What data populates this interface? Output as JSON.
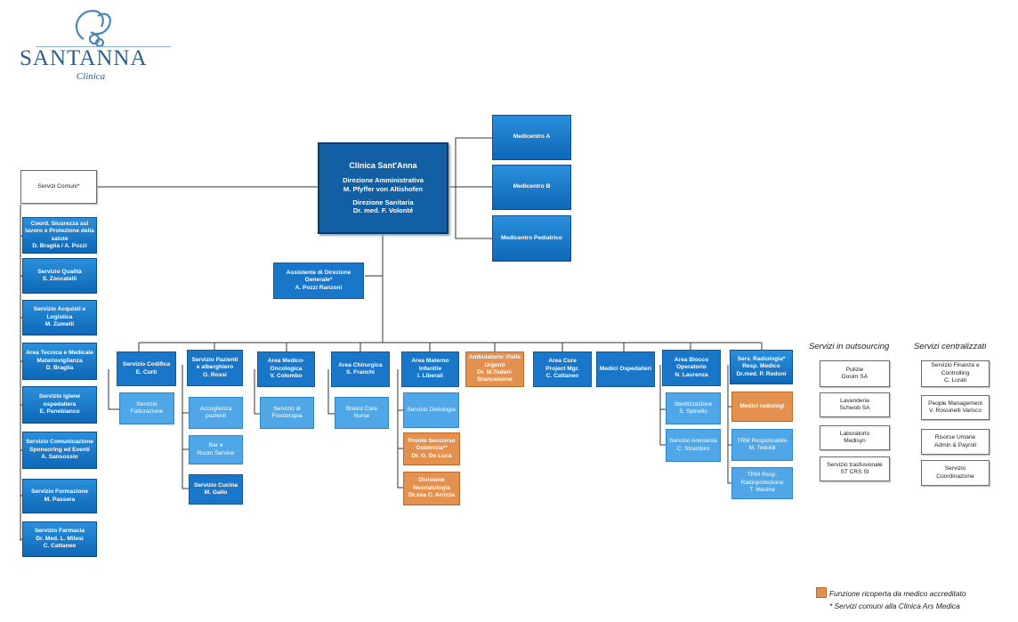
{
  "logo": {
    "name": "SANTANNA",
    "sub": "Clinica"
  },
  "colors": {
    "dark": "#0d5797",
    "medium": "#1976c9",
    "light": "#4fa7e7",
    "accent_orange": "#e4904f"
  },
  "top": {
    "title": "Clinica Sant'Anna",
    "direzione_amm_title": "Direzione Amministrativa",
    "direzione_amm_name": "M. Pfyffer von Altishofen",
    "direzione_san_title": "Direzione Sanitaria",
    "direzione_san_name": "Dr. med. F. Volonté"
  },
  "medicentri": [
    "Medicentro A",
    "Medicentro B",
    "Medicentro Pediatrico"
  ],
  "assistente": [
    "Assistente di Direzione Generale*",
    "A. Pozzi Ranzoni"
  ],
  "servizi_comuni": {
    "header": "Servizi Comuni*",
    "items": [
      [
        "Coord. Sicurezza sul lavoro e Protezione della salute",
        "D. Braglia / A. Pozzi"
      ],
      [
        "Servizio Qualità",
        "S. Zoccatelli"
      ],
      [
        "Servizio Acquisti e Logistica",
        "M. Zumelli"
      ],
      [
        "Area Tecnica e Medicale Materiovigilanza",
        "D. Braglia"
      ],
      [
        "Servizio igiene ospedaliera",
        "E. Panebianco"
      ],
      [
        "Servizio Comunicazione Sponsoring ed Eventi",
        "A. Sansossio"
      ],
      [
        "Servizio Formazione",
        "M. Passera"
      ],
      [
        "Servizio Farmacia",
        "Dr. Med. L. Milesi",
        "C. Cattaneo"
      ]
    ]
  },
  "departments": [
    {
      "lines": [
        "Servizio Codifica",
        "E. Curti"
      ],
      "subs": [
        {
          "lines": [
            "Servizio Fatturazione"
          ]
        }
      ]
    },
    {
      "lines": [
        "Servizio Pazienti e alberghiero",
        "G. Rossi"
      ],
      "subs": [
        {
          "lines": [
            "Accoglienza pazienti"
          ]
        },
        {
          "lines": [
            "Bar e",
            "Room Service"
          ]
        },
        {
          "lines": [
            "Servizio Cucina",
            "M. Gallo"
          ]
        }
      ]
    },
    {
      "lines": [
        "Area Medico-Oncologica",
        "V. Colombo"
      ],
      "subs": [
        {
          "lines": [
            "Servizio di Fisioterapia"
          ]
        }
      ]
    },
    {
      "lines": [
        "Area Chirurgica",
        "S. Franchi"
      ],
      "subs": [
        {
          "lines": [
            "Breast Care",
            "Nurse"
          ]
        }
      ]
    },
    {
      "lines": [
        "Area Materno Infantile",
        "I. Liberali"
      ],
      "subs": [
        {
          "lines": [
            "Servizio Dietologia"
          ]
        },
        {
          "lines": [
            "Pronto Soccorso Ostetricia**",
            "Dr. G. De Luca"
          ]
        },
        {
          "lines": [
            "Divisione Neonatologia",
            "Dr.ssa C. Arrizza"
          ]
        }
      ]
    },
    {
      "lines": [
        "Ambulatorio Visite Urgenti",
        "Dr. M.Toderi-Brancaleone"
      ],
      "subs": []
    },
    {
      "lines": [
        "Area Cure",
        "Project Mgr.",
        "C. Cattaneo"
      ],
      "subs": []
    },
    {
      "lines": [
        "Medici Ospedalieri"
      ],
      "subs": []
    },
    {
      "lines": [
        "Area Blocco Operatorio",
        "N. Laurenza"
      ],
      "subs": [
        {
          "lines": [
            "Sterilizzazione",
            "S. Spinello"
          ]
        },
        {
          "lines": [
            "Servizio Anestesia",
            "C. Strambini"
          ]
        }
      ]
    },
    {
      "lines": [
        "Serv. Radiologia*",
        "Resp. Medico",
        "Dr.med. P. Rodoni"
      ],
      "subs": [
        {
          "lines": [
            "Medici radiologi"
          ]
        },
        {
          "lines": [
            "TRM Responsabile",
            "M. Tedoldi"
          ]
        },
        {
          "lines": [
            "TRM Resp. Radioprotezione",
            "T. Masina"
          ]
        }
      ]
    }
  ],
  "outsourcing": {
    "title": "Servizi in outsourcing",
    "items": [
      [
        "Pulizie",
        "Dosim SA"
      ],
      [
        "Lavanderia",
        "Schwob SA"
      ],
      [
        "Laboratorio",
        "Medisyn"
      ],
      [
        "Servizio trasfusionale",
        "ST CRS SI"
      ]
    ]
  },
  "centralizzati": {
    "title": "Servizi centralizzati",
    "items": [
      [
        "Servizio Finanze e Controlling",
        "C. Lurati"
      ],
      [
        "People Management",
        "V. Rossinelli Varisco"
      ],
      [
        "Risorse Umane",
        "Admin & Payroll"
      ],
      [
        "Servizio",
        "Coordinazione"
      ]
    ]
  },
  "legend": {
    "orange_label": "Funzione ricoperta da medico accreditato",
    "note": "* Servizi comuni alla Clinica Ars Medica"
  }
}
